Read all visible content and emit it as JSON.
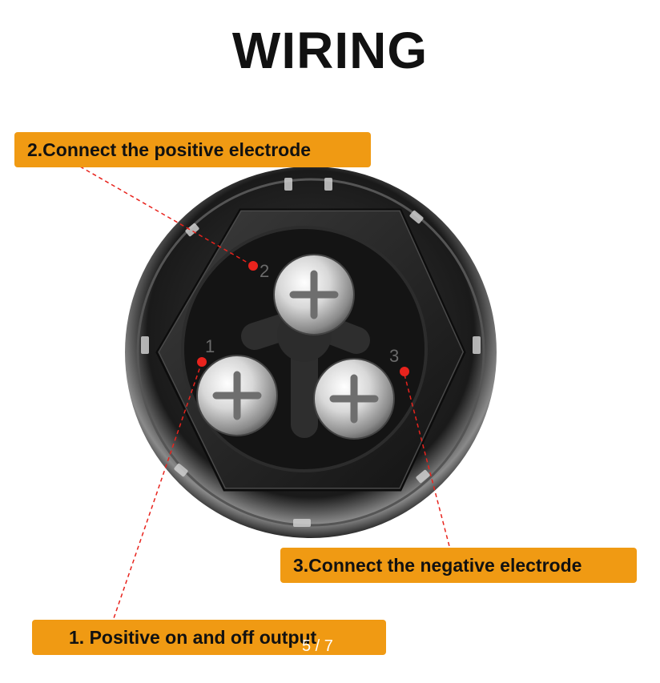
{
  "title": "WIRING",
  "labels": {
    "pin2": "2.Connect the positive electrode",
    "pin3": "3.Connect the negative electrode",
    "pin1": "1. Positive on and off output"
  },
  "pin_numbers": {
    "pin1": "1",
    "pin2": "2",
    "pin3": "3"
  },
  "pager": "5 / 7",
  "colors": {
    "label_bg": "#f09a13",
    "leader_line": "#e8231d",
    "dot": "#e8231d"
  }
}
